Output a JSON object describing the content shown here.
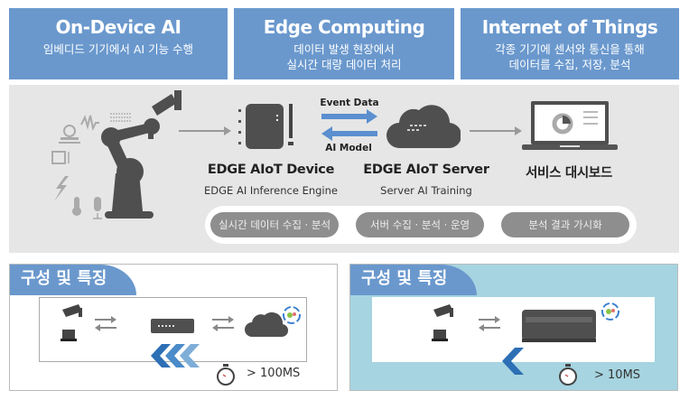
{
  "headers": [
    {
      "title": "On-Device AI",
      "subtitle_lines": [
        "임베디드 기기에서 AI 기능 수행"
      ]
    },
    {
      "title": "Edge Computing",
      "subtitle_lines": [
        "데이터  발생 현장에서",
        "실시간 대량 데이터 처리"
      ]
    },
    {
      "title": "Internet of Things",
      "subtitle_lines": [
        "각종 기기에 센서와 통신을 통해",
        "데이터를 수집, 저장, 분석"
      ]
    }
  ],
  "flow": {
    "arrow_top_label": "Event Data",
    "arrow_bottom_label": "AI Model",
    "device": {
      "title": "EDGE AIoT Device",
      "subtitle": "EDGE AI Inference Engine"
    },
    "server": {
      "title": "EDGE AIoT Server",
      "subtitle": "Server AI Training"
    },
    "dashboard": {
      "title": "서비스 대시보드"
    },
    "pills": [
      "실시간 데이터 수집 · 분석",
      "서버 수집 · 분석 · 운영",
      "분석 결과 가시화"
    ]
  },
  "panels": [
    {
      "tab": "구성 및 특징",
      "latency": "> 100MS"
    },
    {
      "tab": "구성 및 특징",
      "latency": "> 10MS"
    }
  ],
  "colors": {
    "accent_blue": "#6a98cd",
    "arrow_blue": "#5b8fcf",
    "panel2_bg": "#a6d4e0",
    "icon_gray": "#555555"
  }
}
